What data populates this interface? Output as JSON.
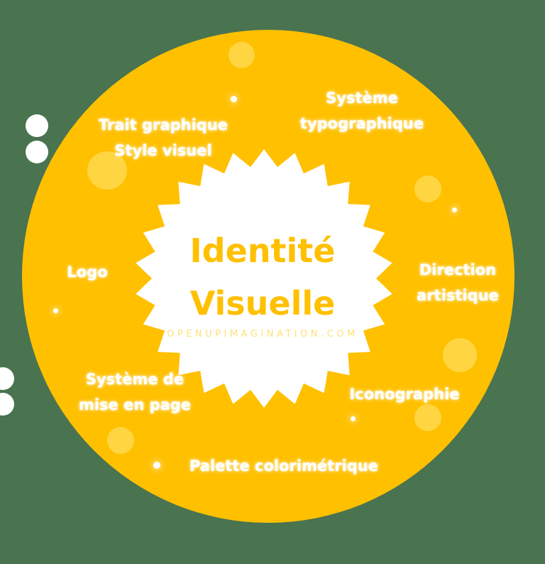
{
  "colors": {
    "background": "#4a7350",
    "circle": "#ffc000",
    "starburst": "#ffffff",
    "title": "#ffc000",
    "labels": "#ffffff"
  },
  "center": {
    "title_line1": "Identité",
    "title_line2": "Visuelle",
    "website": "OPENUPIMAGINATION.COM"
  },
  "labels": {
    "trait": {
      "line1": "Trait graphique",
      "line2": "Style visuel"
    },
    "typo": {
      "line1": "Système",
      "line2": "typographique"
    },
    "logo": {
      "line1": "Logo"
    },
    "direction": {
      "line1": "Direction",
      "line2": "artistique"
    },
    "mise_en_page": {
      "line1": "Système de",
      "line2": "mise en page"
    },
    "iconographie": {
      "line1": "Iconographie"
    },
    "palette": {
      "line1": "Palette colorimétrique"
    }
  }
}
